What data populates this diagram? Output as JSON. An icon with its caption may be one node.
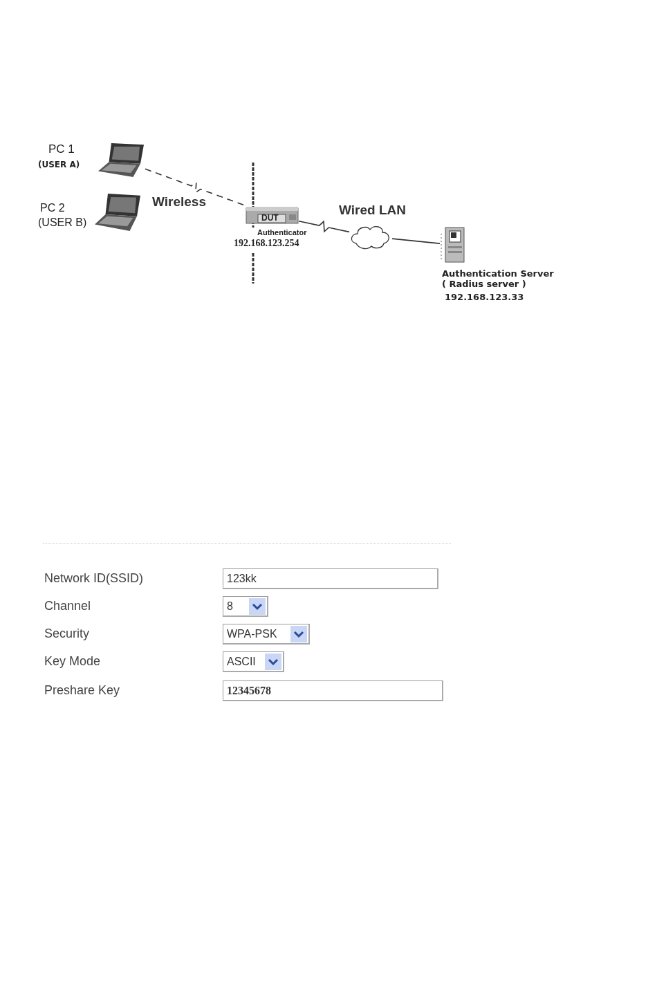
{
  "diagram": {
    "nodes": [
      {
        "text": [
          "PC 1",
          "(USER A)"
        ]
      },
      {
        "text": [
          "PC 2",
          "(USER B)"
        ]
      },
      {
        "text": [
          "DUT",
          "Authenticator",
          "192.168.123.254"
        ]
      },
      {
        "text": [],
        "shape": "cloud"
      },
      {
        "text": [
          "Authentication Server",
          "( Radius server )",
          "192.168.123.33"
        ]
      }
    ],
    "edges": [
      {
        "from": 0,
        "to": 2,
        "arrow": "none",
        "style": "dashed"
      },
      {
        "from": 2,
        "to": 3,
        "arrow": "none"
      },
      {
        "from": 3,
        "to": 4,
        "arrow": "none"
      }
    ],
    "labels": [
      "Wireless",
      "Wired LAN",
      "Network ID(SSID)",
      "123kk",
      "Channel",
      "8",
      "Security",
      "WPA-PSK",
      "Key Mode",
      "ASCII",
      "Preshare Key",
      "12345678"
    ]
  }
}
